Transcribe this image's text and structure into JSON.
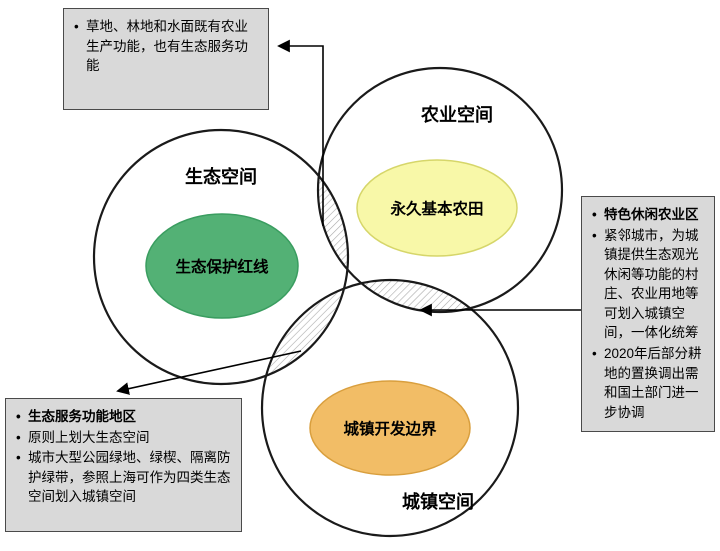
{
  "venn": {
    "circles": [
      {
        "id": "ecological",
        "label": "生态空间"
      },
      {
        "id": "agricultural",
        "label": "农业空间"
      },
      {
        "id": "urban",
        "label": "城镇空间"
      }
    ],
    "inner_ellipses": [
      {
        "id": "eco-redline",
        "label": "生态保护红线",
        "fill": "#53b175",
        "stroke": "#3a9d60"
      },
      {
        "id": "permanent-farmland",
        "label": "永久基本农田",
        "fill": "#f8f8a8",
        "stroke": "#d6d66a"
      },
      {
        "id": "urban-dev-boundary",
        "label": "城镇开发边界",
        "fill": "#f2bd66",
        "stroke": "#d99f3e"
      }
    ]
  },
  "callouts": {
    "top_left": {
      "items": [
        {
          "text": "草地、林地和水面既有农业生产功能，也有生态服务功能"
        }
      ]
    },
    "right": {
      "items": [
        {
          "text": "特色休闲农业区"
        },
        {
          "text": "紧邻城市，为城镇提供生态观光休闲等功能的村庄、农业用地等可划入城镇空间，一体化统筹"
        },
        {
          "text": "2020年后部分耕地的置换调出需和国土部门进一步协调"
        }
      ]
    },
    "bottom_left": {
      "items": [
        {
          "text": "生态服务功能地区"
        },
        {
          "text": "原则上划大生态空间"
        },
        {
          "text": "城市大型公园绿地、绿楔、隔离防护绿带，参照上海可作为四类生态空间划入城镇空间"
        }
      ]
    }
  },
  "colors": {
    "callout_background": "#d9d9d9",
    "circle_stroke": "#1a1a1a",
    "hatch_line": "#a9a9a9"
  }
}
